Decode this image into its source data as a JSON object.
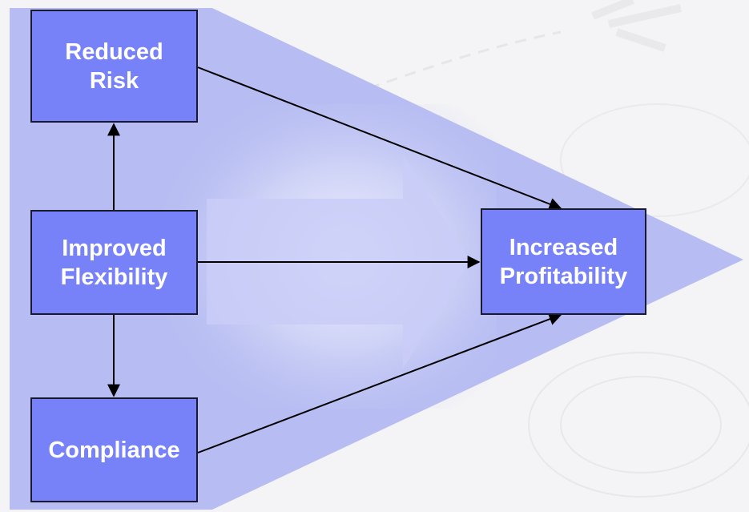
{
  "colors": {
    "background": "#f4f4f6",
    "triangle": "#b7bdf2",
    "box_fill": "#7781f8",
    "box_text": "#ffffff",
    "arrow": "#000000",
    "big_arrow": "#c9cdf7"
  },
  "nodes": {
    "reduced_risk": "Reduced\nRisk",
    "improved_flexibility": "Improved\nFlexibility",
    "compliance": "Compliance",
    "increased_profitability": "Increased\nProfitability"
  },
  "edges": [
    {
      "from": "improved_flexibility",
      "to": "reduced_risk"
    },
    {
      "from": "improved_flexibility",
      "to": "compliance"
    },
    {
      "from": "improved_flexibility",
      "to": "increased_profitability"
    },
    {
      "from": "reduced_risk",
      "to": "increased_profitability"
    },
    {
      "from": "compliance",
      "to": "increased_profitability"
    }
  ]
}
